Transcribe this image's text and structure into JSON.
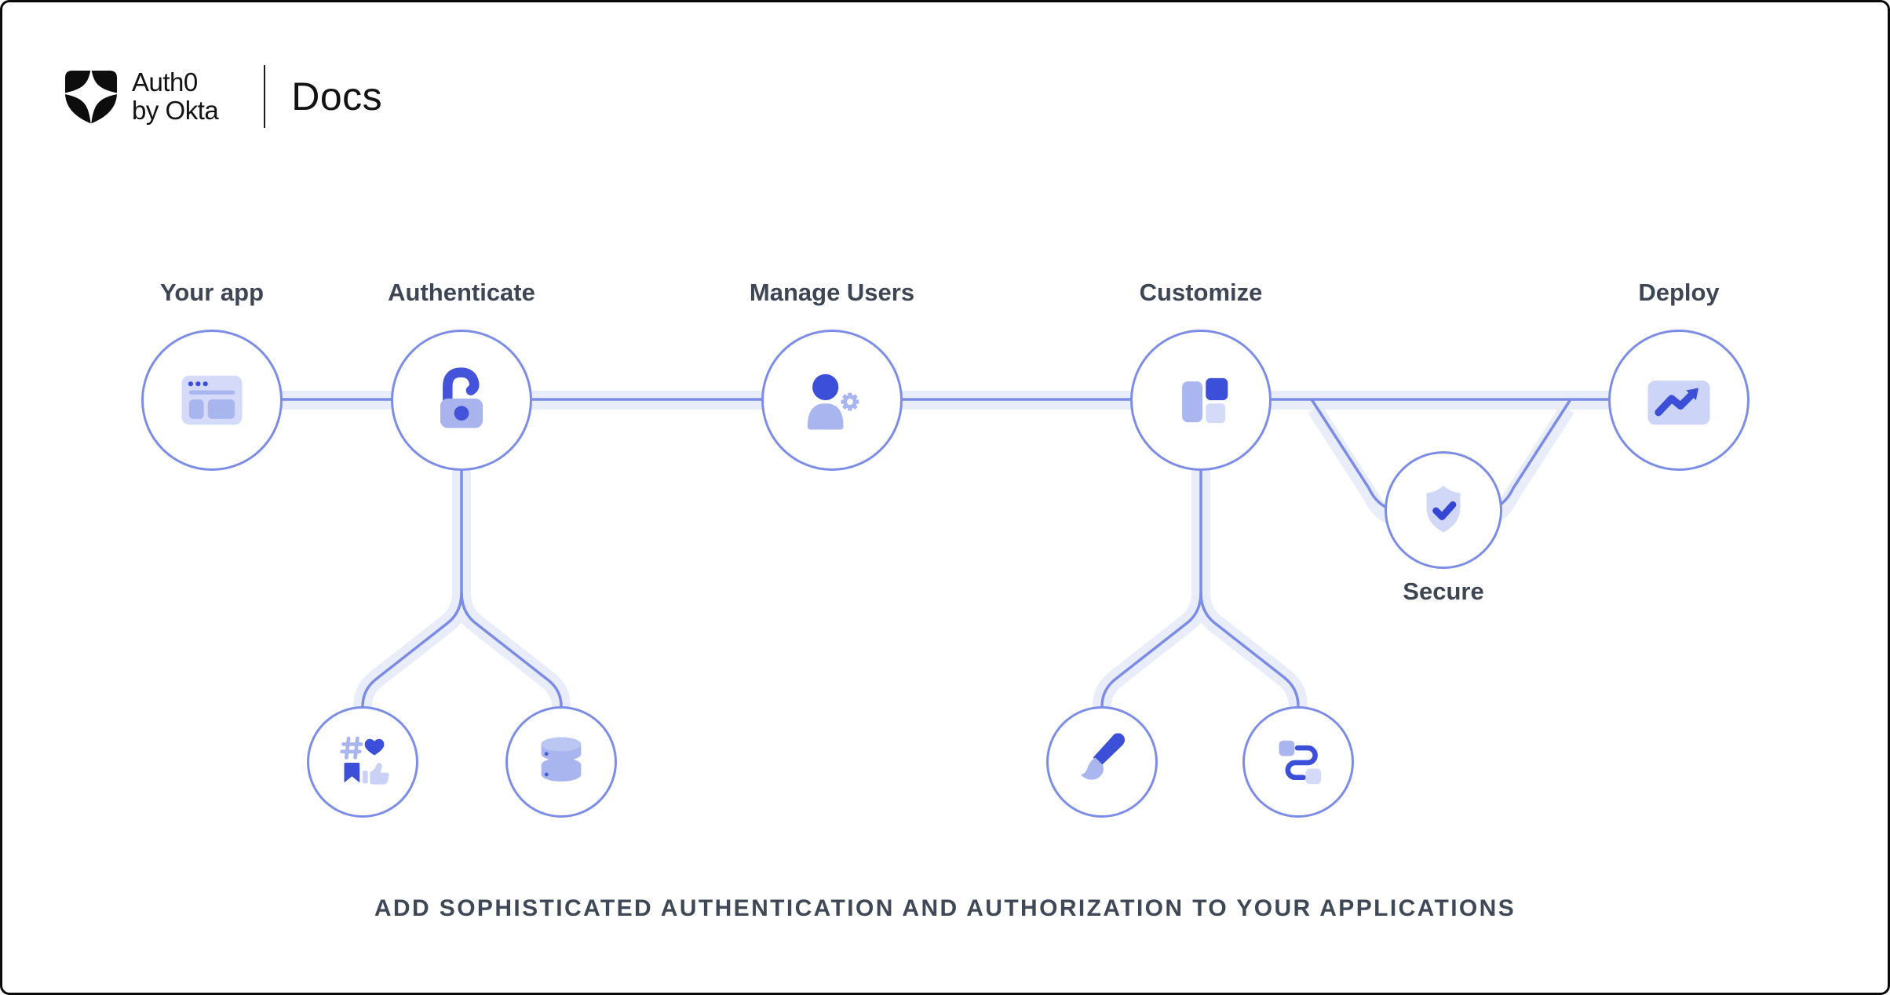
{
  "header": {
    "brand_line1": "Auth0",
    "brand_line2": "by Okta",
    "product": "Docs"
  },
  "diagram": {
    "main_nodes": [
      {
        "label": "Your app",
        "icon": "browser-window-icon"
      },
      {
        "label": "Authenticate",
        "icon": "open-padlock-icon"
      },
      {
        "label": "Manage Users",
        "icon": "user-gear-icon"
      },
      {
        "label": "Customize",
        "icon": "layout-blocks-icon"
      },
      {
        "label": "Deploy",
        "icon": "trend-up-chart-icon"
      }
    ],
    "branch_node": {
      "label": "Secure",
      "icon": "shield-check-icon"
    },
    "sub_nodes": [
      {
        "parent": "Authenticate",
        "icon": "social-engagement-icon"
      },
      {
        "parent": "Authenticate",
        "icon": "database-icon"
      },
      {
        "parent": "Customize",
        "icon": "paintbrush-icon"
      },
      {
        "parent": "Customize",
        "icon": "workflow-route-icon"
      }
    ],
    "tagline": "ADD SOPHISTICATED AUTHENTICATION AND AUTHORIZATION TO YOUR APPLICATIONS"
  },
  "colors": {
    "accent_dark": "#3b4fd9",
    "accent_mid": "#a9b5ee",
    "accent_light": "#d4daf7",
    "connector_line": "#7b8ce6",
    "connector_band": "#e9ecf9",
    "circle_border": "#7c8de8",
    "label_text": "#3e4555",
    "logo_text": "#121212"
  }
}
